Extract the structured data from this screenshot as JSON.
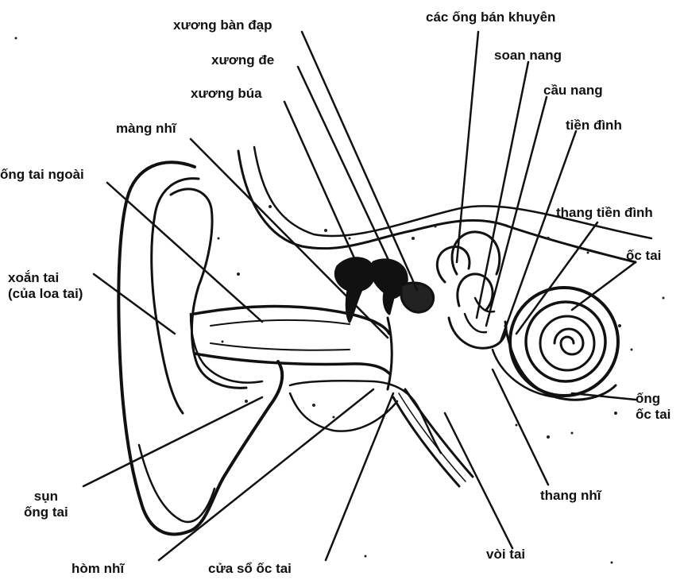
{
  "labels": {
    "stapes": "xương bàn đạp",
    "incus": "xương đe",
    "malleus": "xương búa",
    "eardrum": "màng nhĩ",
    "ear_canal": "ống tai ngoài",
    "helix_line1": "xoắn tai",
    "helix_line2": "(của loa tai)",
    "canal_cartilage_line1": "sụn",
    "canal_cartilage_line2": "ống tai",
    "tympanic_cavity": "hòm nhĩ",
    "round_window": "cửa sổ ốc tai",
    "semicircular_canals": "các ống bán khuyên",
    "utricle": "soan nang",
    "saccule": "cầu nang",
    "vestibule": "tiền đình",
    "scala_vestibuli": "thang tiền đình",
    "cochlea": "ốc tai",
    "cochlear_duct_line1": "ống",
    "cochlear_duct_line2": "ốc tai",
    "scala_tympani": "thang nhĩ",
    "eustachian_tube": "vòi tai"
  }
}
